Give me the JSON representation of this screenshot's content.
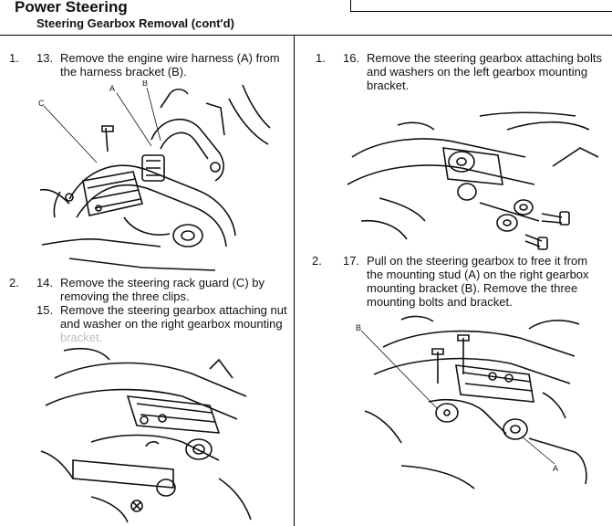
{
  "header": {
    "title": "Power Steering",
    "subtitle": "Steering Gearbox Removal (cont'd)"
  },
  "left_column": {
    "steps": [
      {
        "marker": "1.",
        "number": "13.",
        "line1": "Remove the engine wire harness (A) from",
        "line2": "the harness bracket (B)."
      },
      {
        "marker": "2.",
        "number": "14.",
        "line1": "Remove the steering rack guard (C) by",
        "line2": "removing the three clips."
      },
      {
        "number": "15.",
        "line1": "Remove the steering gearbox attaching nut",
        "line2": "and washer on the right gearbox mounting",
        "line3": "bracket."
      }
    ],
    "figure1_labels": {
      "a": "A",
      "b": "B",
      "c": "C"
    }
  },
  "right_column": {
    "steps": [
      {
        "marker": "1.",
        "number": "16.",
        "line1": "Remove the steering gearbox attaching bolts",
        "line2": "and washers on the left gearbox mounting",
        "line3": "bracket."
      },
      {
        "marker": "2.",
        "number": "17.",
        "line1": "Pull on the steering gearbox to free it from",
        "line2": "the mounting stud (A) on the right gearbox",
        "line3": "mounting bracket (B). Remove the three",
        "line4": "mounting bolts and bracket."
      }
    ],
    "figure4_labels": {
      "a": "A",
      "b": "B"
    }
  }
}
